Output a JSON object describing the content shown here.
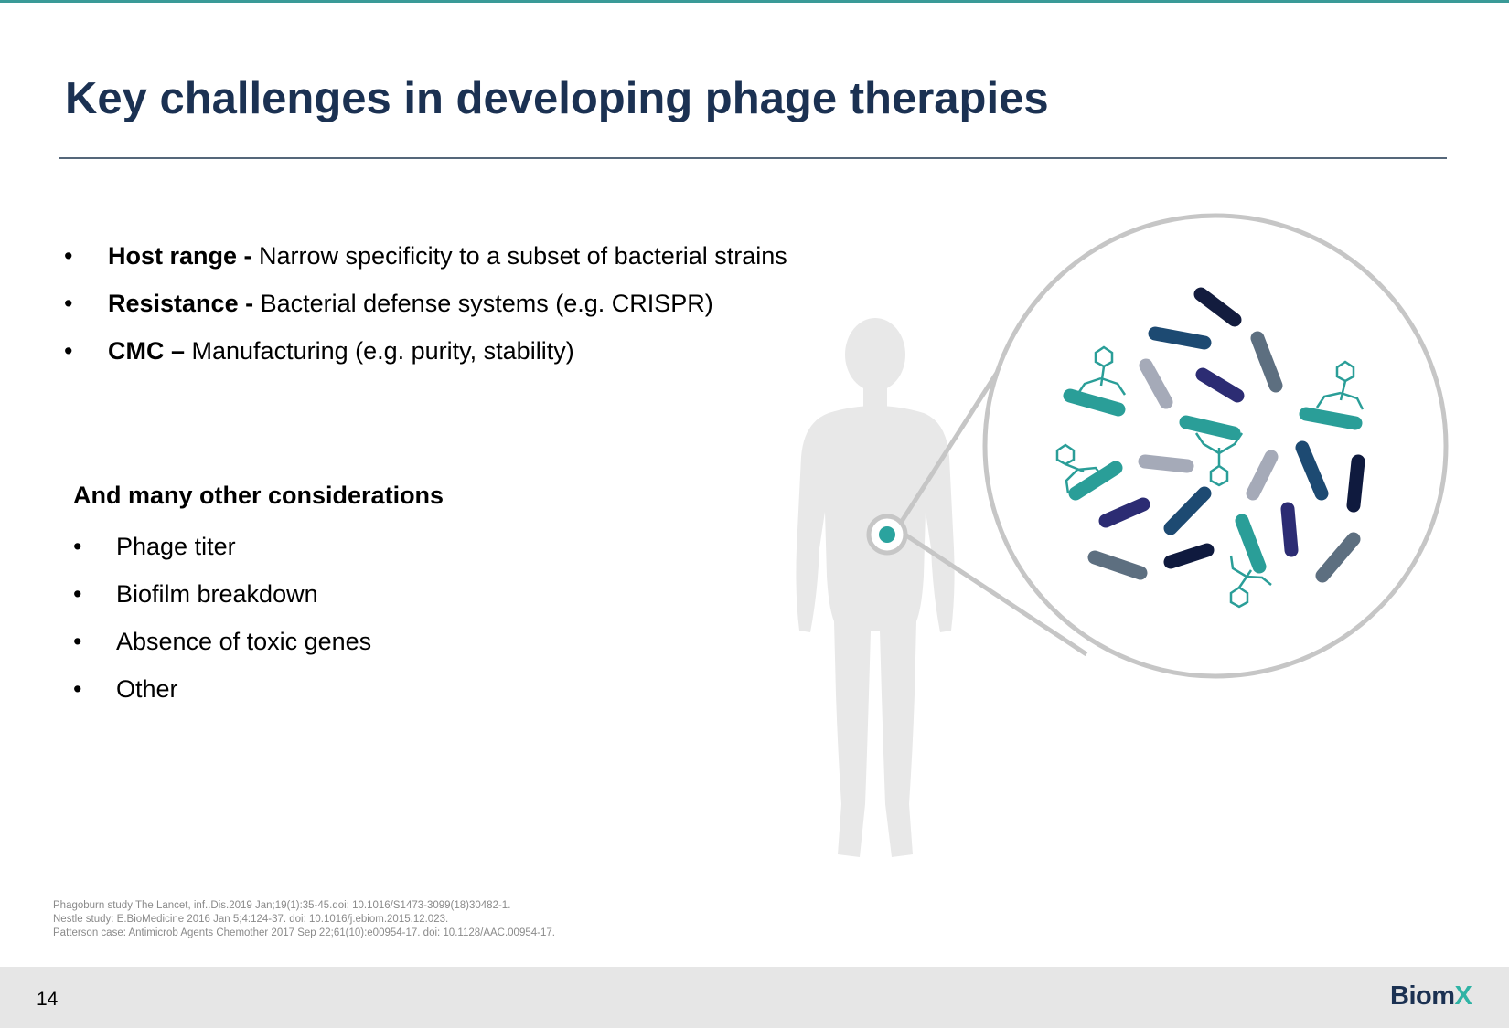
{
  "slide": {
    "title": "Key challenges in developing phage therapies",
    "bullets": [
      {
        "term": "Host range -",
        "text": " Narrow specificity to a subset of bacterial strains"
      },
      {
        "term": "Resistance -",
        "text": " Bacterial defense systems (e.g. CRISPR)"
      },
      {
        "term": "CMC –",
        "text": " Manufacturing (e.g. purity, stability)"
      }
    ],
    "considerations": {
      "heading": "And many other considerations",
      "items": [
        "Phage titer",
        "Biofilm breakdown",
        "Absence of toxic genes",
        "Other"
      ]
    },
    "bullet_glyph": "•",
    "references": [
      "Phagoburn study The Lancet, inf..Dis.2019 Jan;19(1):35-45.doi: 10.1016/S1473-3099(18)30482-1.",
      "Nestle study: E.BioMedicine 2016 Jan 5;4:124-37. doi: 10.1016/j.ebiom.2015.12.023.",
      "Patterson case: Antimicrob Agents Chemother 2017 Sep 22;61(10):e00954-17. doi: 10.1128/AAC.00954-17."
    ]
  },
  "footer": {
    "page_number": "14",
    "logo_part1": "Biom",
    "logo_part2": "X"
  },
  "colors": {
    "title": "#1b3152",
    "accent_teal": "#3a9a97",
    "footer_bg": "#e6e6e6"
  },
  "icons": [
    "human-silhouette-icon",
    "bacteria-icon",
    "phage-icon",
    "magnifier-circle-icon"
  ]
}
